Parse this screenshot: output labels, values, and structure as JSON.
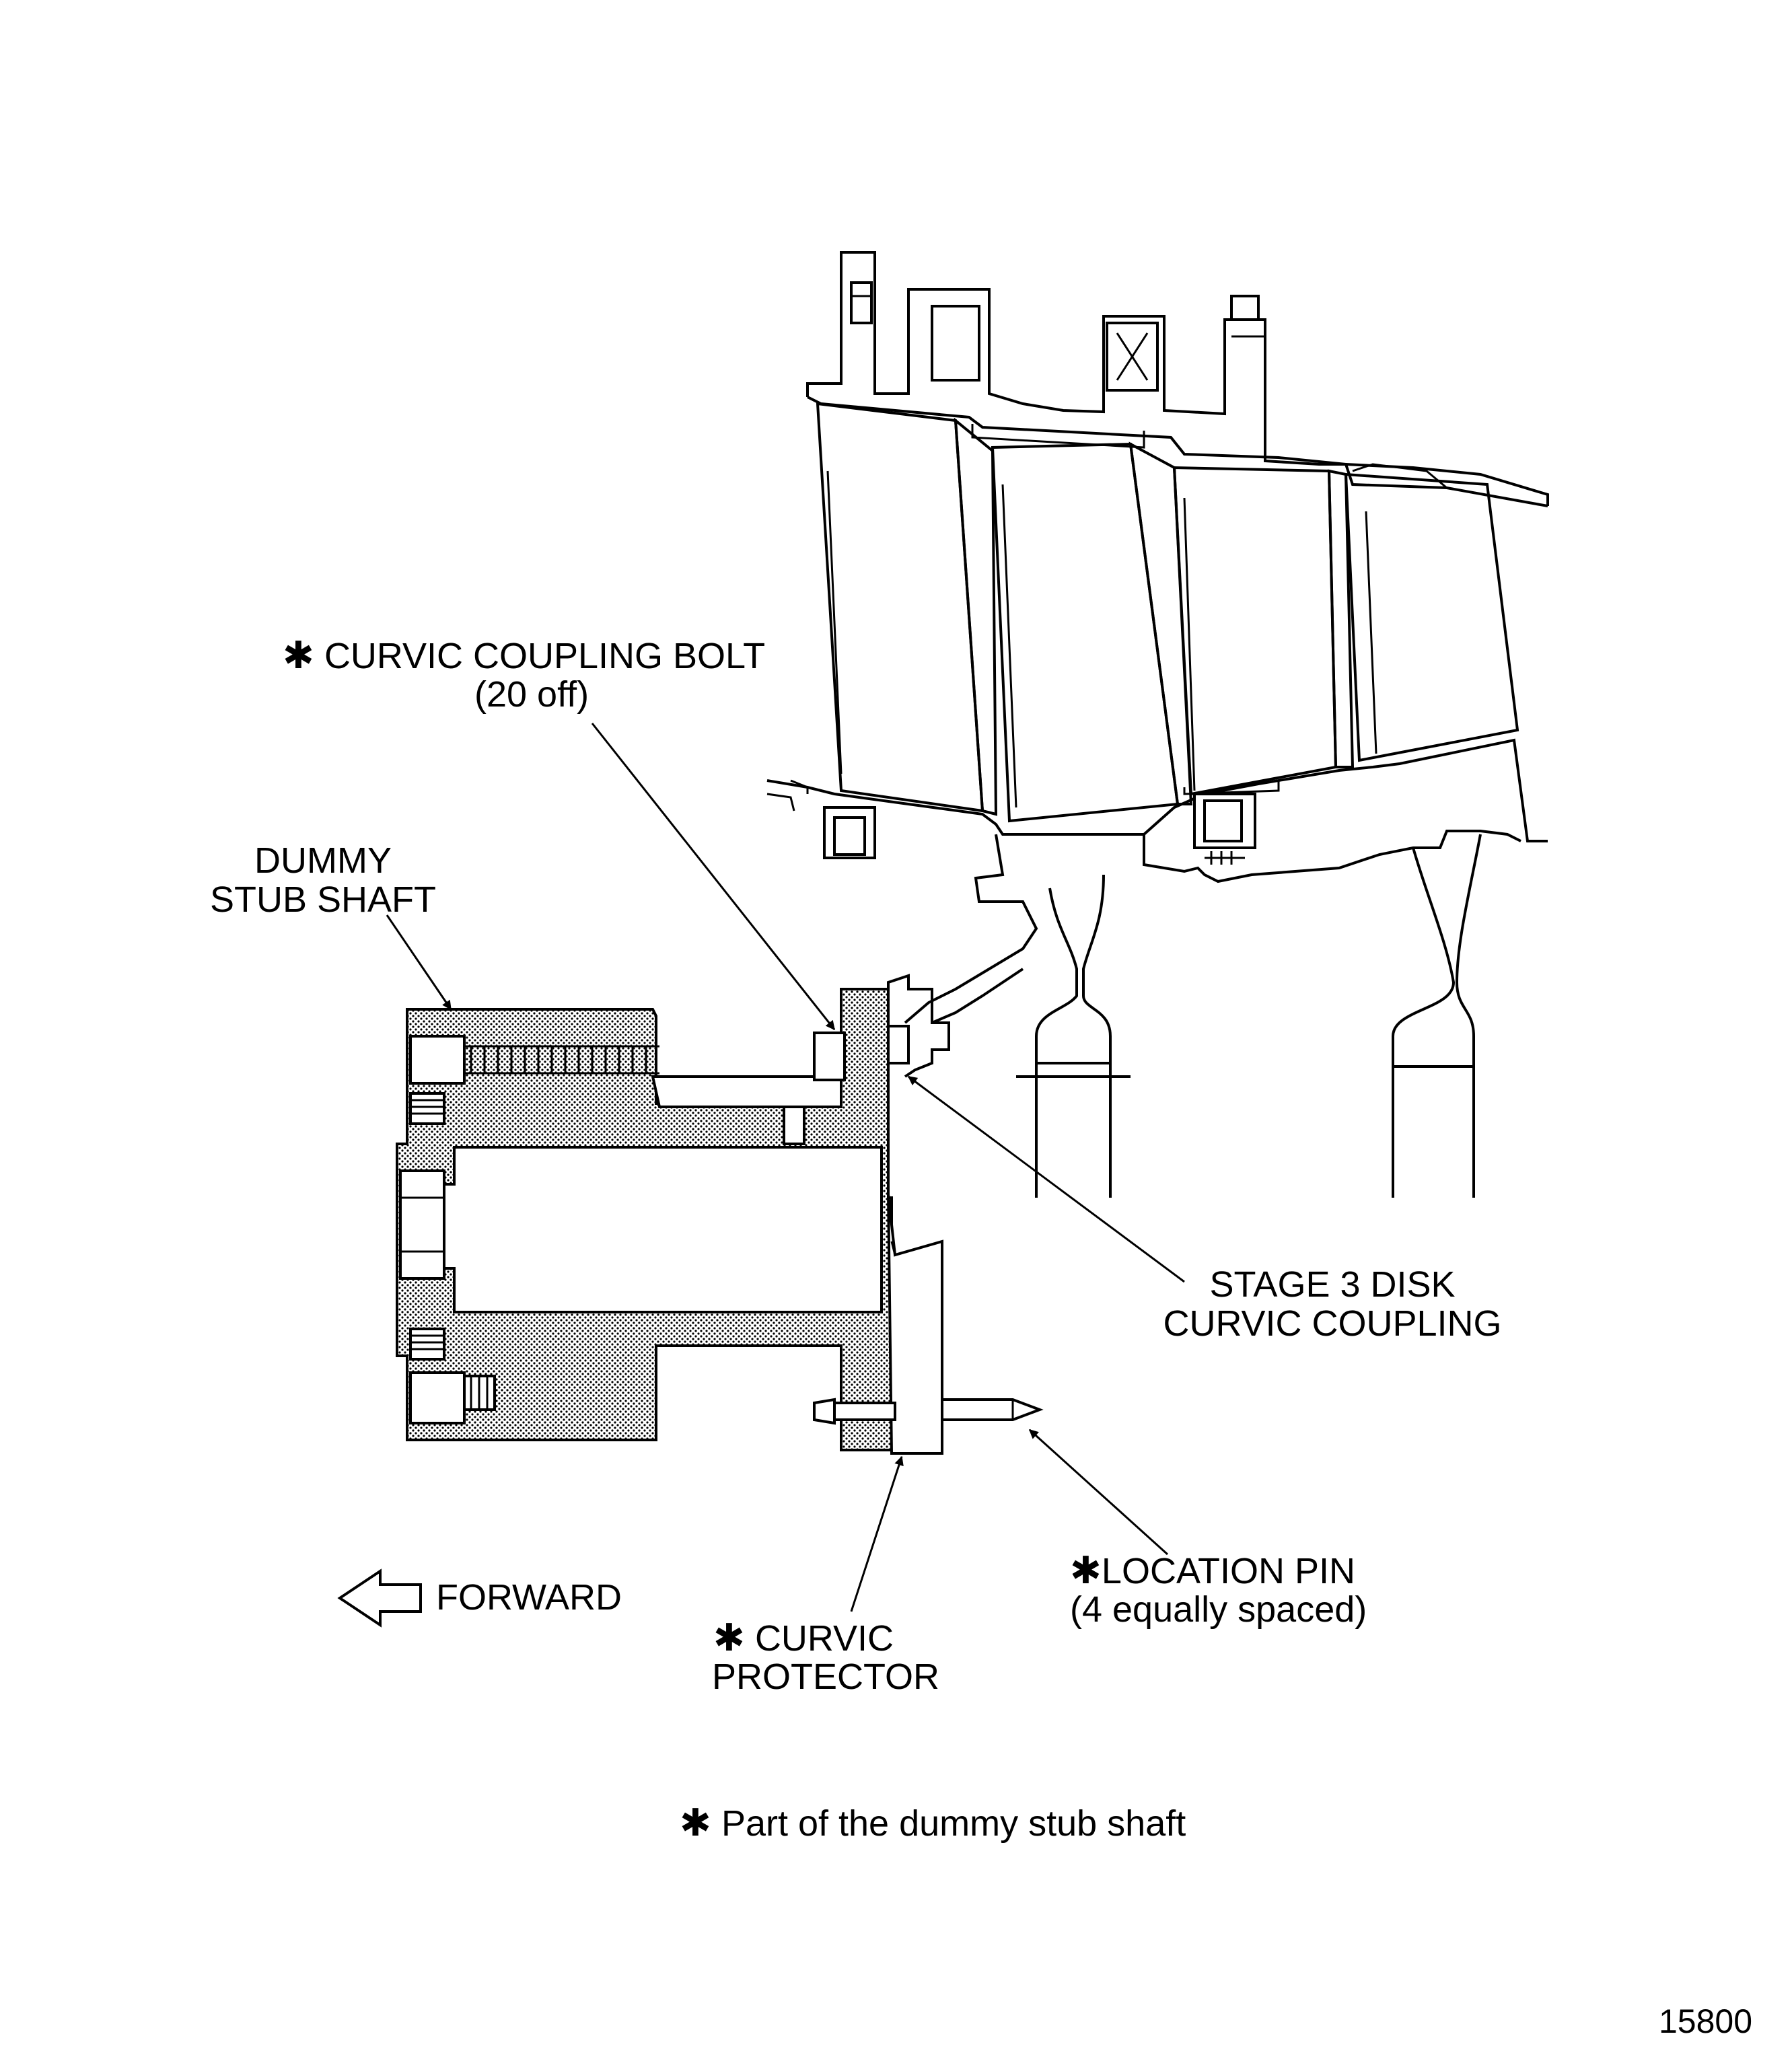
{
  "labels": {
    "bolt_line1": "CURVIC COUPLING BOLT",
    "bolt_line2": "(20 off)",
    "dummy_line1": "DUMMY",
    "dummy_line2": "STUB SHAFT",
    "stage3_line1": "STAGE 3 DISK",
    "stage3_line2": "CURVIC COUPLING",
    "forward": "FORWARD",
    "pin_line1": "LOCATION PIN",
    "pin_line2": "(4 equally spaced)",
    "protector_line1": "CURVIC",
    "protector_line2": "PROTECTOR",
    "footnote": "Part of the dummy stub shaft",
    "figure_number": "15800",
    "asterisk": "✱"
  }
}
